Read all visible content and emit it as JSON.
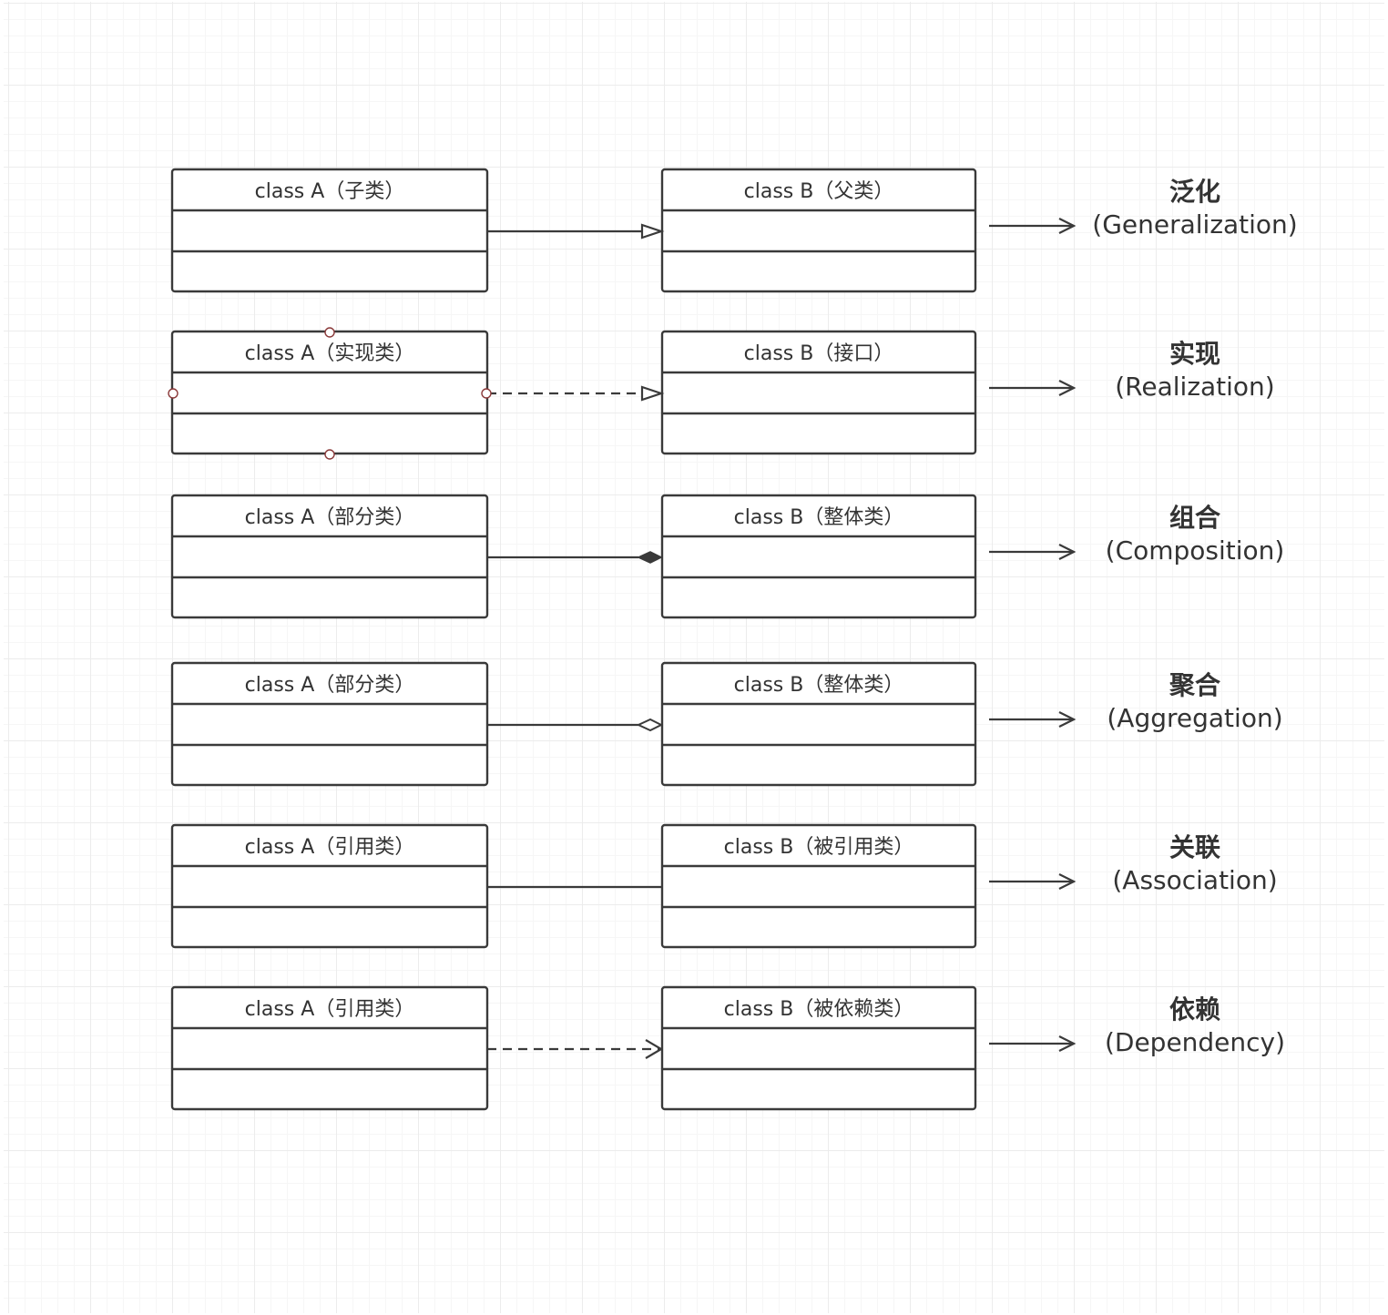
{
  "colors": {
    "line": "#3a3a3a",
    "box_stroke": "#3a3a3a",
    "text": "#333333",
    "handle": "#8b3a3a"
  },
  "rows": [
    {
      "left_title": "class A（子类）",
      "right_title": "class B（父类）",
      "relation": "generalization",
      "label_cn": "泛化",
      "label_en": "(Generalization)"
    },
    {
      "left_title": "class A（实现类）",
      "right_title": "class B（接口）",
      "relation": "realization",
      "label_cn": "实现",
      "label_en": "(Realization)"
    },
    {
      "left_title": "class A（部分类）",
      "right_title": "class B（整体类）",
      "relation": "composition",
      "label_cn": "组合",
      "label_en": "(Composition)"
    },
    {
      "left_title": "class A（部分类）",
      "right_title": "class B（整体类）",
      "relation": "aggregation",
      "label_cn": "聚合",
      "label_en": "(Aggregation)"
    },
    {
      "left_title": "class A（引用类）",
      "right_title": "class B（被引用类）",
      "relation": "association",
      "label_cn": "关联",
      "label_en": "(Association)"
    },
    {
      "left_title": "class A（引用类）",
      "right_title": "class B（被依赖类）",
      "relation": "dependency",
      "label_cn": "依赖",
      "label_en": "(Dependency)"
    }
  ]
}
